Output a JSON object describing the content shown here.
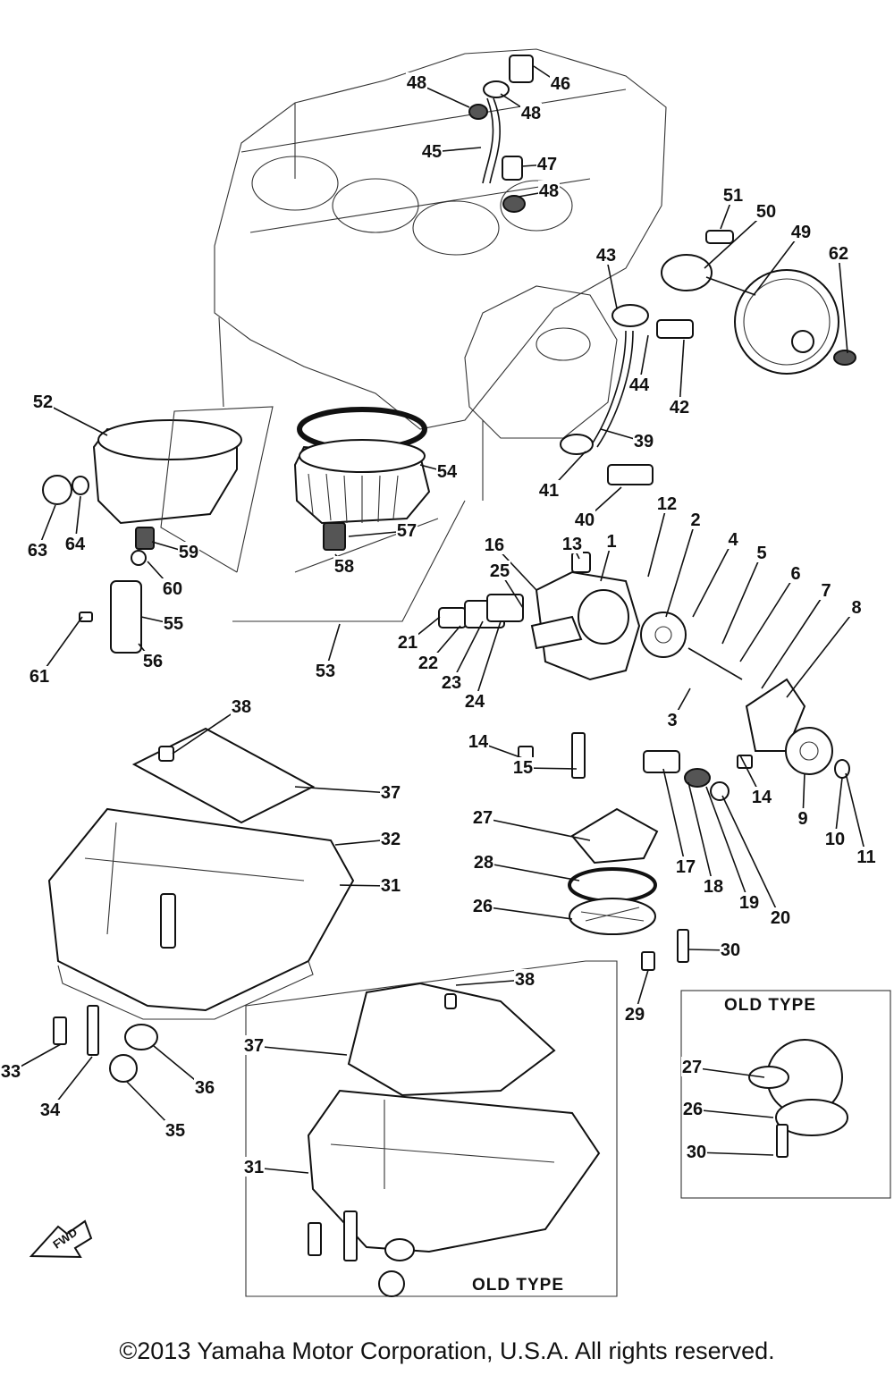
{
  "copyright": "©2013 Yamaha Motor Corporation, U.S.A. All rights reserved.",
  "box_labels": {
    "old_type_small": "OLD TYPE",
    "old_type_pan": "OLD TYPE"
  },
  "fwd_label": "FWD",
  "part_labels": [
    "1",
    "2",
    "3",
    "4",
    "5",
    "6",
    "7",
    "8",
    "9",
    "10",
    "11",
    "12",
    "13",
    "14",
    "14",
    "15",
    "16",
    "17",
    "18",
    "19",
    "20",
    "21",
    "22",
    "23",
    "24",
    "25",
    "26",
    "26",
    "27",
    "27",
    "28",
    "29",
    "30",
    "30",
    "31",
    "31",
    "32",
    "33",
    "34",
    "35",
    "36",
    "37",
    "37",
    "38",
    "38",
    "39",
    "40",
    "41",
    "42",
    "43",
    "44",
    "45",
    "46",
    "47",
    "48",
    "48",
    "48",
    "49",
    "50",
    "51",
    "52",
    "53",
    "54",
    "55",
    "56",
    "57",
    "58",
    "59",
    "60",
    "61",
    "62",
    "63",
    "64"
  ]
}
